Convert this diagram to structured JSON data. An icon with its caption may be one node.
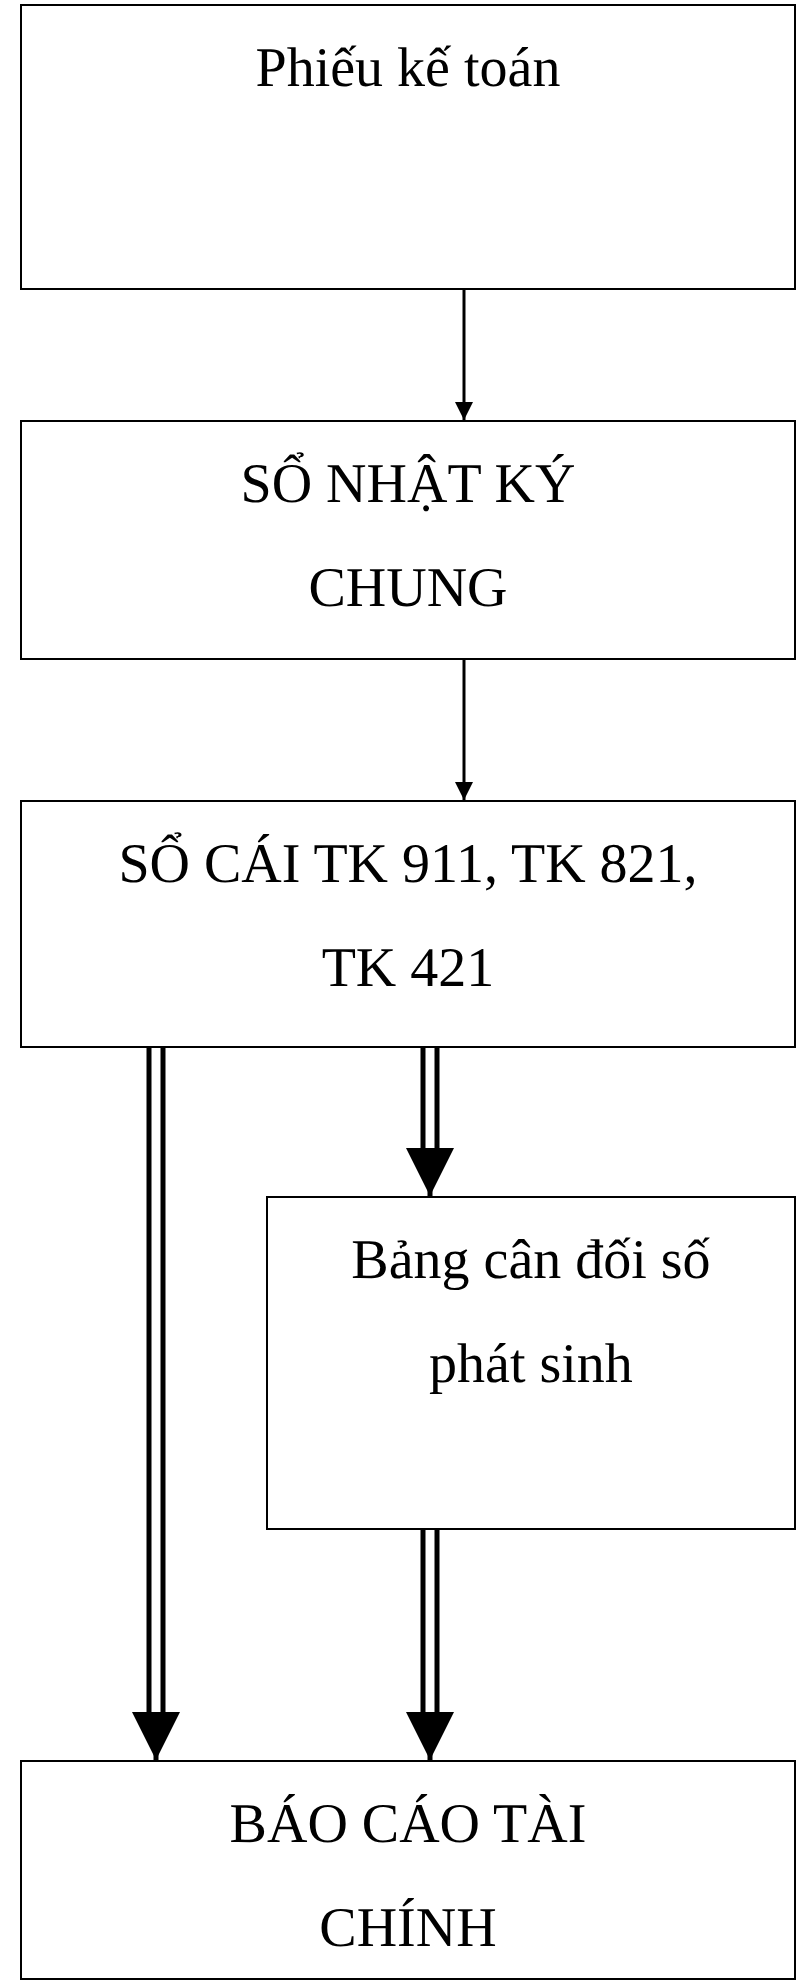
{
  "diagram": {
    "nodes": [
      {
        "text": [
          "Phiếu kế toán"
        ]
      },
      {
        "text": [
          "SỔ NHẬT KÝ CHUNG"
        ]
      },
      {
        "text": [
          "SỔ CÁI TK 911, TK 821, TK 421"
        ]
      },
      {
        "text": [
          "Bảng cân đối số phát sinh"
        ]
      },
      {
        "text": [
          "BÁO CÁO TÀI CHÍNH"
        ]
      }
    ],
    "edges": [
      {
        "from": 0,
        "to": 1,
        "arrow": "to"
      },
      {
        "from": 1,
        "to": 2,
        "arrow": "to"
      },
      {
        "from": 2,
        "to": 4,
        "arrow": "to"
      },
      {
        "from": 2,
        "to": 3,
        "arrow": "to"
      },
      {
        "from": 3,
        "to": 4,
        "arrow": "to"
      }
    ]
  }
}
